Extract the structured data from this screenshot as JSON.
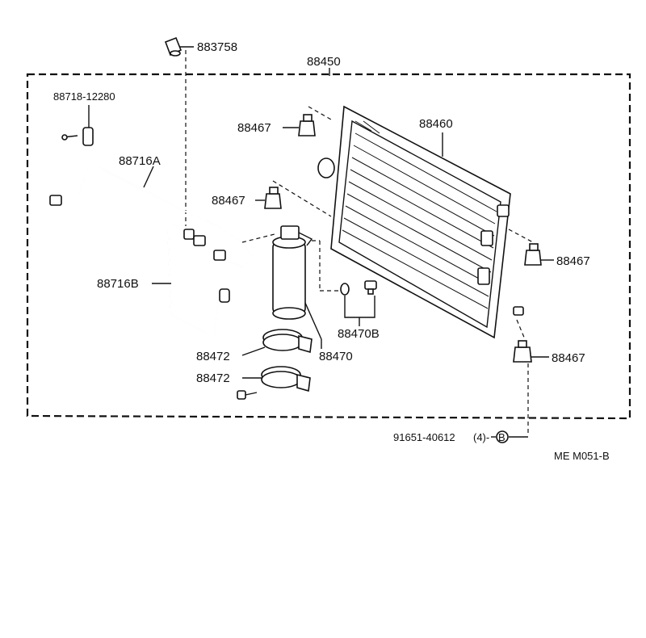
{
  "labels": {
    "cap": "883758",
    "assembly": "88450",
    "bolt_top": "88718-12280",
    "condenser": "88460",
    "bracket_top_left": "88467",
    "bracket_mid_left": "88467",
    "bracket_right_upper": "88467",
    "bracket_right_lower": "88467",
    "tube_a": "88716A",
    "tube_b": "88716B",
    "receiver_parts": "88470B",
    "receiver": "88470",
    "clamp_upper": "88472",
    "clamp_lower": "88472",
    "bolt_bottom": "91651-40612",
    "bolt_bottom_qty": "(4)-",
    "bolt_bottom_ref": "B",
    "diagram_code": "ME M051-B"
  }
}
